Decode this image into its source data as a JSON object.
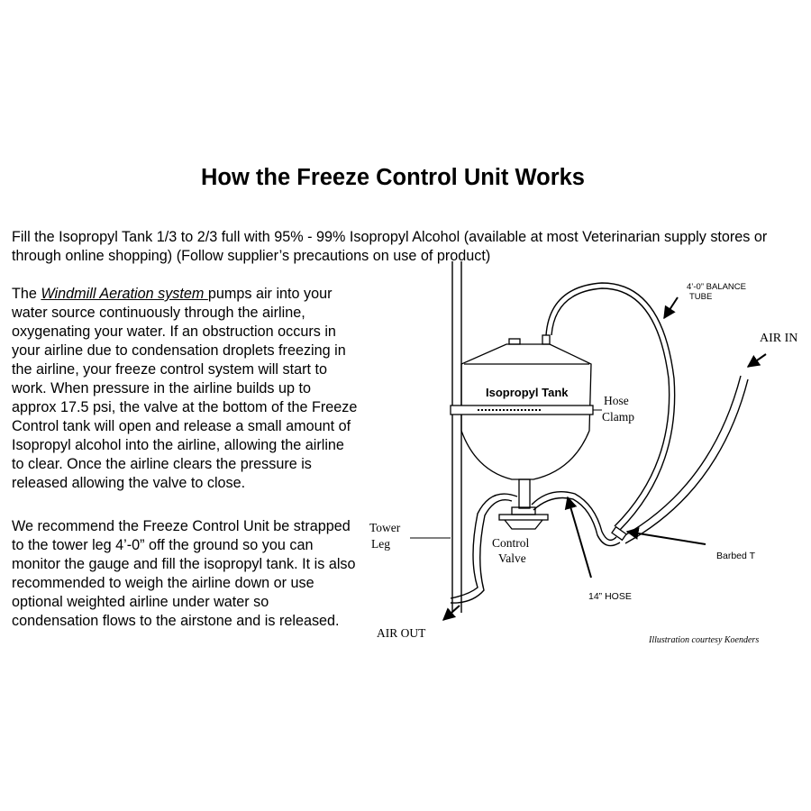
{
  "title": "How the Freeze Control Unit Works",
  "intro": "Fill the Isopropyl Tank 1/3 to 2/3 full with 95% - 99% Isopropyl Alcohol (available at most Veterinarian supply stores or through online shopping) (Follow supplier’s precautions on use of product)",
  "paragraph1": {
    "prefix": "The ",
    "link": " Windmill Aeration system ",
    "rest": "pumps air into your water source continuously through the airline, oxygenating your water. If an obstruction occurs in your airline due to condensation droplets freezing in the airline, your freeze control system will start to work. When pressure in the airline builds up to approx 17.5 psi, the valve at the bottom of the Freeze Control tank will open and release a small amount of Isopropyl alcohol into the airline, allowing the airline to clear. Once the airline clears the pressure is released allowing the valve to close."
  },
  "paragraph2": "We recommend the Freeze Control Unit be strapped to the tower leg 4’-0” off the ground so you can monitor the gauge and fill the isopropyl tank. It is also recommended to weigh the airline down or use optional weighted airline under water so condensation flows to the airstone and is released.",
  "diagram": {
    "tank_label": "Isopropyl Tank",
    "balance_tube_line1": "4’-0” BALANCE",
    "balance_tube_line2": "TUBE",
    "air_in": "AIR IN",
    "hose_line1": "Hose",
    "hose_line2": "Clamp",
    "tower_line1": "Tower",
    "tower_line2": "Leg",
    "valve_line1": "Control",
    "valve_line2": "Valve",
    "barbed_t": "Barbed T",
    "hose_14": "14” HOSE",
    "air_out": "AIR OUT",
    "credit": "Illustration courtesy Koenders"
  }
}
